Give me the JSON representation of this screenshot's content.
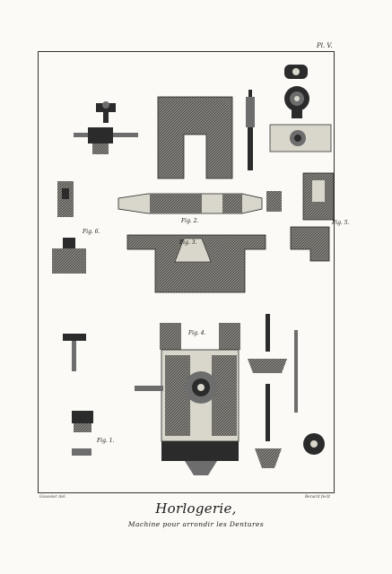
{
  "plate": {
    "number": "Pl. V.",
    "title": "Horlogerie,",
    "subtitle": "Machine pour arrondir les Dentures",
    "signature_left": "Goussier del.",
    "signature_right": "Benard fecit"
  },
  "figure_labels": {
    "fig2": "Fig. 2.",
    "fig3": "Fig. 3.",
    "fig4": "Fig. 4.",
    "fig5": "Fig. 5.",
    "fig6": "Fig. 6.",
    "fig1": "Fig. 1."
  }
}
